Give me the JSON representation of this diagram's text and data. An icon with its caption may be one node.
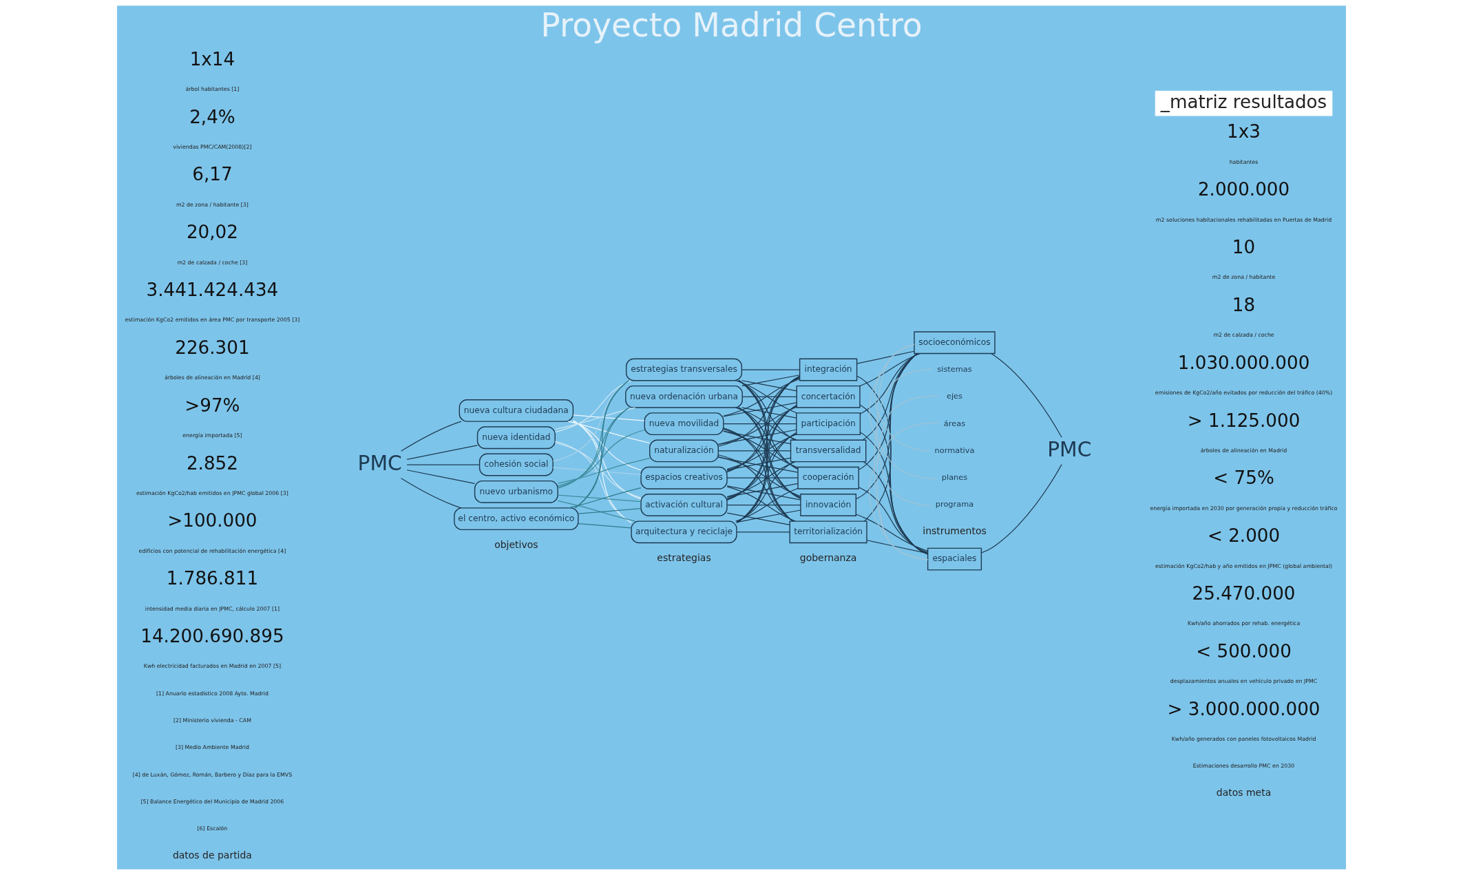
{
  "diagram": {
    "title": "Proyecto Madrid Centro",
    "nodes": [
      {
        "text": [
          "PMC"
        ]
      },
      {
        "text": [
          "nueva cultura ciudadana"
        ]
      },
      {
        "text": [
          "nueva identidad"
        ]
      },
      {
        "text": [
          "cohesión social"
        ]
      },
      {
        "text": [
          "nuevo urbanismo"
        ]
      },
      {
        "text": [
          "el centro, activo económico"
        ]
      },
      {
        "text": [
          "estrategias transversales"
        ]
      },
      {
        "text": [
          "nueva ordenación urbana"
        ]
      },
      {
        "text": [
          "nueva movilidad"
        ]
      },
      {
        "text": [
          "naturalización"
        ]
      },
      {
        "text": [
          "espacios creativos"
        ]
      },
      {
        "text": [
          "activación cultural"
        ]
      },
      {
        "text": [
          "arquitectura y reciclaje"
        ]
      },
      {
        "text": [
          "integración"
        ]
      },
      {
        "text": [
          "concertación"
        ]
      },
      {
        "text": [
          "participación"
        ]
      },
      {
        "text": [
          "transversalidad"
        ]
      },
      {
        "text": [
          "cooperación"
        ]
      },
      {
        "text": [
          "innovación"
        ]
      },
      {
        "text": [
          "territorialización"
        ]
      },
      {
        "text": [
          "espaciales"
        ]
      },
      {
        "text": [
          "socioeconómicos"
        ]
      },
      {
        "text": [
          "sistemas"
        ]
      },
      {
        "text": [
          "ejes"
        ]
      },
      {
        "text": [
          "áreas"
        ]
      },
      {
        "text": [
          "normativa"
        ]
      },
      {
        "text": [
          "planes"
        ]
      },
      {
        "text": [
          "programa"
        ]
      },
      {
        "text": [
          "PMC"
        ]
      }
    ],
    "edges": [
      {
        "from": 0,
        "to": 1,
        "arrow": "none"
      },
      {
        "from": 0,
        "to": 2,
        "arrow": "none"
      },
      {
        "from": 0,
        "to": 3,
        "arrow": "none"
      },
      {
        "from": 0,
        "to": 4,
        "arrow": "none"
      },
      {
        "from": 0,
        "to": 5,
        "arrow": "none"
      },
      {
        "from": 1,
        "to": 8,
        "arrow": "none",
        "color": "#eef7fc"
      },
      {
        "from": 1,
        "to": 9,
        "arrow": "none",
        "color": "#eef7fc"
      },
      {
        "from": 1,
        "to": 10,
        "arrow": "none",
        "color": "#eef7fc"
      },
      {
        "from": 1,
        "to": 11,
        "arrow": "none",
        "color": "#eef7fc"
      },
      {
        "from": 1,
        "to": 12,
        "arrow": "none",
        "color": "#eef7fc"
      },
      {
        "from": 2,
        "to": 6,
        "arrow": "none",
        "color": "#cfe8f5"
      },
      {
        "from": 2,
        "to": 7,
        "arrow": "none",
        "color": "#cfe8f5"
      },
      {
        "from": 2,
        "to": 11,
        "arrow": "none",
        "color": "#cfe8f5"
      },
      {
        "from": 2,
        "to": 12,
        "arrow": "none",
        "color": "#cfe8f5"
      },
      {
        "from": 3,
        "to": 6,
        "arrow": "none",
        "color": "#a6d2ea"
      },
      {
        "from": 3,
        "to": 10,
        "arrow": "none",
        "color": "#a6d2ea"
      },
      {
        "from": 4,
        "to": 6,
        "arrow": "none",
        "color": "#3d8c9e"
      },
      {
        "from": 4,
        "to": 7,
        "arrow": "none",
        "color": "#3d8c9e"
      },
      {
        "from": 4,
        "to": 8,
        "arrow": "none",
        "color": "#3d8c9e"
      },
      {
        "from": 4,
        "to": 9,
        "arrow": "none",
        "color": "#3d8c9e"
      },
      {
        "from": 4,
        "to": 11,
        "arrow": "none",
        "color": "#3d8c9e"
      },
      {
        "from": 4,
        "to": 12,
        "arrow": "none",
        "color": "#3d8c9e"
      },
      {
        "from": 5,
        "to": 6,
        "arrow": "none",
        "color": "#2e7a8c"
      },
      {
        "from": 5,
        "to": 7,
        "arrow": "none",
        "color": "#2e7a8c"
      },
      {
        "from": 5,
        "to": 10,
        "arrow": "none",
        "color": "#2e7a8c"
      },
      {
        "from": 5,
        "to": 11,
        "arrow": "none",
        "color": "#2e7a8c"
      },
      {
        "from": 5,
        "to": 12,
        "arrow": "none",
        "color": "#2e7a8c"
      },
      {
        "from": 6,
        "to": 13,
        "arrow": "none"
      },
      {
        "from": 6,
        "to": 14,
        "arrow": "none"
      },
      {
        "from": 6,
        "to": 15,
        "arrow": "none"
      },
      {
        "from": 6,
        "to": 16,
        "arrow": "none"
      },
      {
        "from": 6,
        "to": 17,
        "arrow": "none"
      },
      {
        "from": 6,
        "to": 18,
        "arrow": "none"
      },
      {
        "from": 6,
        "to": 19,
        "arrow": "none"
      },
      {
        "from": 7,
        "to": 13,
        "arrow": "none"
      },
      {
        "from": 7,
        "to": 14,
        "arrow": "none"
      },
      {
        "from": 7,
        "to": 15,
        "arrow": "none"
      },
      {
        "from": 7,
        "to": 16,
        "arrow": "none"
      },
      {
        "from": 7,
        "to": 17,
        "arrow": "none"
      },
      {
        "from": 7,
        "to": 18,
        "arrow": "none"
      },
      {
        "from": 7,
        "to": 19,
        "arrow": "none"
      },
      {
        "from": 8,
        "to": 13,
        "arrow": "none"
      },
      {
        "from": 8,
        "to": 14,
        "arrow": "none"
      },
      {
        "from": 8,
        "to": 15,
        "arrow": "none"
      },
      {
        "from": 8,
        "to": 16,
        "arrow": "none"
      },
      {
        "from": 8,
        "to": 17,
        "arrow": "none"
      },
      {
        "from": 8,
        "to": 18,
        "arrow": "none"
      },
      {
        "from": 8,
        "to": 19,
        "arrow": "none"
      },
      {
        "from": 9,
        "to": 13,
        "arrow": "none"
      },
      {
        "from": 9,
        "to": 14,
        "arrow": "none"
      },
      {
        "from": 9,
        "to": 15,
        "arrow": "none"
      },
      {
        "from": 9,
        "to": 16,
        "arrow": "none"
      },
      {
        "from": 9,
        "to": 17,
        "arrow": "none"
      },
      {
        "from": 9,
        "to": 18,
        "arrow": "none"
      },
      {
        "from": 9,
        "to": 19,
        "arrow": "none"
      },
      {
        "from": 10,
        "to": 13,
        "arrow": "none"
      },
      {
        "from": 10,
        "to": 14,
        "arrow": "none"
      },
      {
        "from": 10,
        "to": 15,
        "arrow": "none"
      },
      {
        "from": 10,
        "to": 16,
        "arrow": "none"
      },
      {
        "from": 10,
        "to": 17,
        "arrow": "none"
      },
      {
        "from": 10,
        "to": 18,
        "arrow": "none"
      },
      {
        "from": 10,
        "to": 19,
        "arrow": "none"
      },
      {
        "from": 11,
        "to": 13,
        "arrow": "none"
      },
      {
        "from": 11,
        "to": 14,
        "arrow": "none"
      },
      {
        "from": 11,
        "to": 15,
        "arrow": "none"
      },
      {
        "from": 11,
        "to": 16,
        "arrow": "none"
      },
      {
        "from": 11,
        "to": 17,
        "arrow": "none"
      },
      {
        "from": 11,
        "to": 18,
        "arrow": "none"
      },
      {
        "from": 11,
        "to": 19,
        "arrow": "none"
      },
      {
        "from": 12,
        "to": 13,
        "arrow": "none"
      },
      {
        "from": 12,
        "to": 14,
        "arrow": "none"
      },
      {
        "from": 12,
        "to": 15,
        "arrow": "none"
      },
      {
        "from": 12,
        "to": 16,
        "arrow": "none"
      },
      {
        "from": 12,
        "to": 17,
        "arrow": "none"
      },
      {
        "from": 12,
        "to": 18,
        "arrow": "none"
      },
      {
        "from": 12,
        "to": 19,
        "arrow": "none"
      },
      {
        "from": 13,
        "to": 20,
        "arrow": "none"
      },
      {
        "from": 13,
        "to": 21,
        "arrow": "none"
      },
      {
        "from": 14,
        "to": 20,
        "arrow": "none"
      },
      {
        "from": 14,
        "to": 21,
        "arrow": "none"
      },
      {
        "from": 15,
        "to": 20,
        "arrow": "none"
      },
      {
        "from": 15,
        "to": 21,
        "arrow": "none"
      },
      {
        "from": 16,
        "to": 20,
        "arrow": "none"
      },
      {
        "from": 16,
        "to": 21,
        "arrow": "none"
      },
      {
        "from": 17,
        "to": 20,
        "arrow": "none"
      },
      {
        "from": 17,
        "to": 21,
        "arrow": "none"
      },
      {
        "from": 18,
        "to": 20,
        "arrow": "none"
      },
      {
        "from": 18,
        "to": 21,
        "arrow": "none"
      },
      {
        "from": 19,
        "to": 20,
        "arrow": "none"
      },
      {
        "from": 19,
        "to": 21,
        "arrow": "none"
      },
      {
        "from": 22,
        "to": 20,
        "arrow": "none",
        "color": "#9fc3d6"
      },
      {
        "from": 23,
        "to": 20,
        "arrow": "none",
        "color": "#9fc3d6"
      },
      {
        "from": 24,
        "to": 20,
        "arrow": "none",
        "color": "#9fc3d6"
      },
      {
        "from": 25,
        "to": 21,
        "arrow": "none",
        "color": "#9fc3d6"
      },
      {
        "from": 26,
        "to": 21,
        "arrow": "none",
        "color": "#9fc3d6"
      },
      {
        "from": 27,
        "to": 21,
        "arrow": "none",
        "color": "#9fc3d6"
      },
      {
        "from": 20,
        "to": 28,
        "arrow": "none"
      },
      {
        "from": 21,
        "to": 28,
        "arrow": "none"
      }
    ],
    "labels": [
      "_matriz resultados",
      "1x14",
      "árbol habitantes [1]",
      "2,4%",
      "viviendas PMC/CAM(2008)[2]",
      "6,17",
      "m2 de zona / habitante [3]",
      "20,02",
      "m2 de calzada / coche [3]",
      "3.441.424.434",
      "estimación KgCo2 emitidos en área PMC por transporte 2005 [3]",
      "226.301",
      "árboles de alineación en Madrid [4]",
      ">97%",
      "energía importada [5]",
      "2.852",
      "estimación KgCo2/hab emitidos en JPMC global 2006 [3]",
      ">100.000",
      "edificios con potencial de rehabilitación energética [4]",
      "1.786.811",
      "intensidad media diaria en JPMC, cálculo 2007 [1]",
      "14.200.690.895",
      "Kwh electricidad facturados en Madrid en 2007 [5]",
      "[1] Anuario estadístico 2008 Ayto. Madrid",
      "[2] Ministerio vivienda - CAM",
      "[3] Medio Ambiente Madrid",
      "[4] de Luxán, Gómez, Román, Barbero y Díaz para la EMVS",
      "[5] Balance Energético del Municipio de Madrid 2006",
      "[6] Escalón",
      "1x3",
      "habitantes",
      "2.000.000",
      "m2 soluciones habitacionales rehabilitadas en Puertas de Madrid",
      "10",
      "m2 de zona / habitante",
      "18",
      "m2 de calzada / coche",
      "1.030.000.000",
      "emisiones de KgCo2/año evitados por reducción del tráfico (40%)",
      "> 1.125.000",
      "árboles de alineación en Madrid",
      "< 75%",
      "energía importada en 2030 por generación propia y reducción tráfico",
      "< 2.000",
      "estimación KgCo2/hab y año emitidos en JPMC (global ambiental)",
      "25.470.000",
      "Kwh/año ahorrados por rehab. energética",
      "< 500.000",
      "desplazamientos anuales en vehículo privado en JPMC",
      "> 3.000.000.000",
      "Kwh/año generados con paneles fotovoltaicos Madrid",
      "Estimaciones desarrollo PMC en 2030",
      "datos de partida",
      "objetivos",
      "estrategias",
      "gobernanza",
      "instrumentos",
      "datos meta"
    ]
  }
}
